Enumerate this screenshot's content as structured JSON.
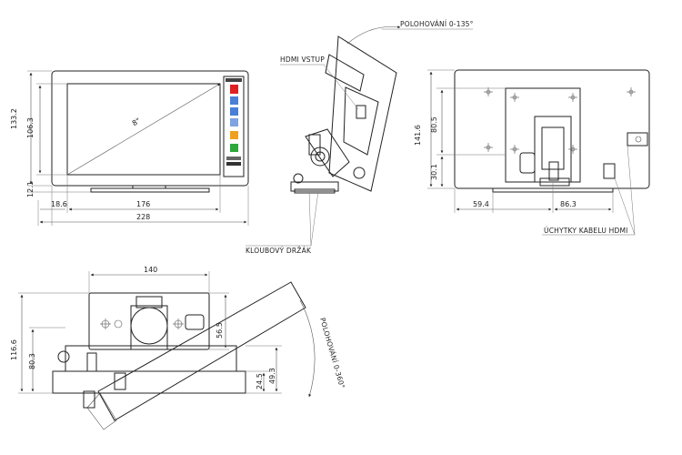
{
  "colors": {
    "line": "#222222",
    "panel_red": "#e02020",
    "panel_blue": "#4a7fd6",
    "panel_blue2": "#7fa3e0",
    "panel_orange": "#f0a020",
    "panel_green": "#2ea83a",
    "panel_dark": "#333333"
  },
  "labels": {
    "polohovani_tilt": "POLOHOVÁNÍ  0-135°",
    "hdmi_vstup": "HDMI VSTUP",
    "kloubovy_drzak": "KLOUBOVÝ DRŽÁK",
    "uchytky_kabelu": "ÚCHYTKY KABELU HDMI",
    "polohovani_rotation": "POLOHOVÁNÍ  0-360°",
    "diagonal": "8\""
  },
  "front_view": {
    "dim_width": "228",
    "dim_screen_width": "176",
    "dim_left_offset": "18.6",
    "dim_height": "133.2",
    "dim_screen_height": "106.3",
    "dim_bottom_offset": "12.1"
  },
  "rear_view": {
    "dim_height": "141.6",
    "dim_mount_height": "80.5",
    "dim_lower": "30.1",
    "dim_left": "59.4",
    "dim_mount_width": "86.3"
  },
  "top_view": {
    "dim_width": "140",
    "dim_total_height": "116.6",
    "dim_mid_height": "80.3",
    "dim_mount_height": "56.5",
    "dim_small": "24.5",
    "dim_base": "49.3"
  },
  "panel_keys": [
    "red-key",
    "blue-key",
    "blue-key",
    "light-blue-key",
    "orange-key",
    "green-key"
  ]
}
